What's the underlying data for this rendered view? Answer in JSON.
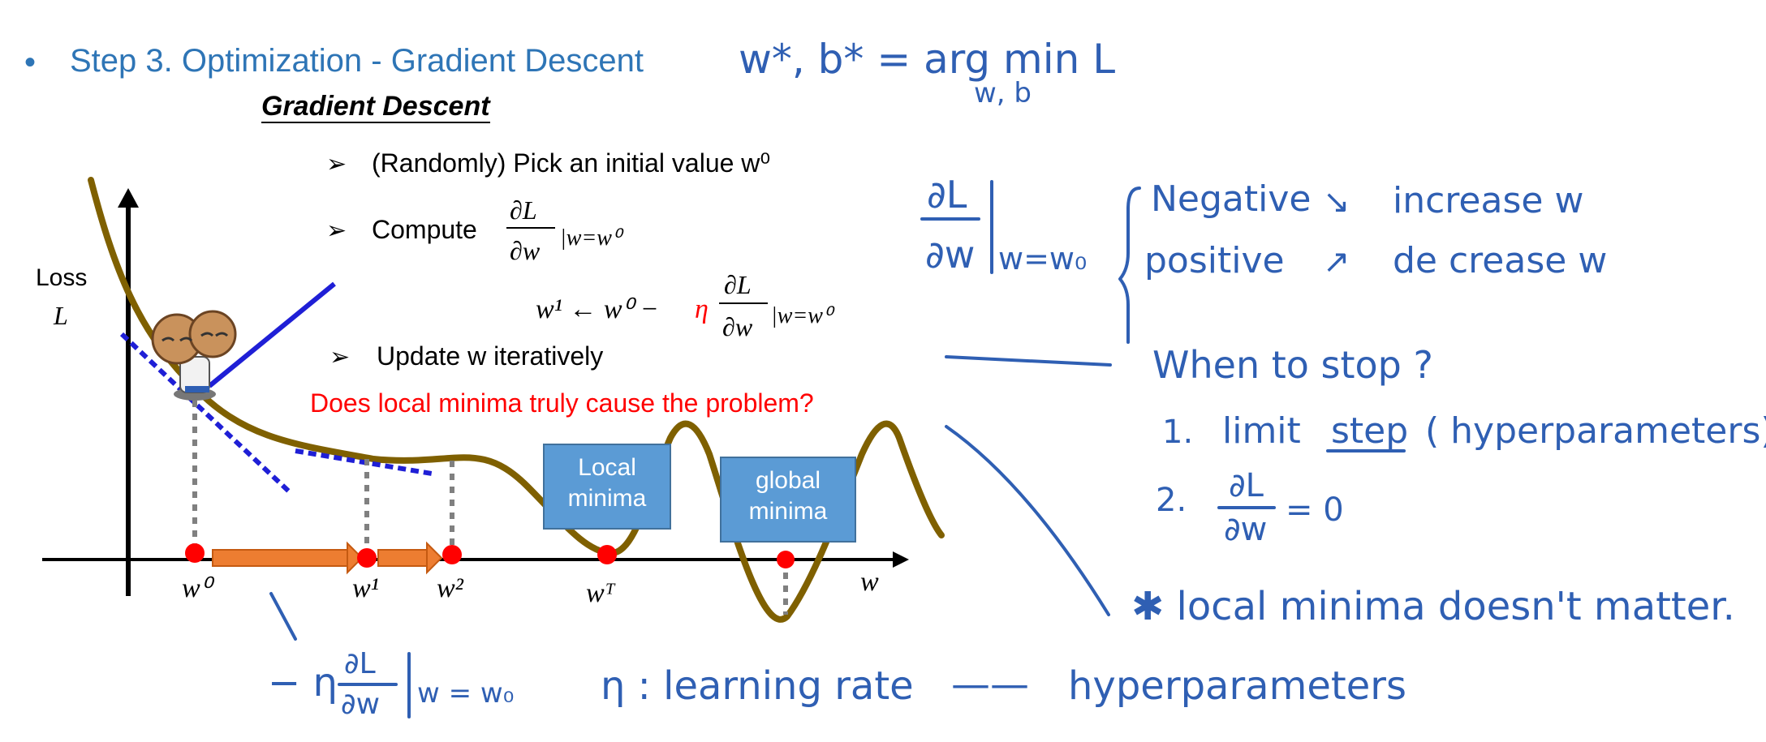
{
  "header": {
    "bullet": "•",
    "title": "Step 3. Optimization - Gradient Descent",
    "handwritten_objective": "w*, b* = arg min L",
    "handwritten_objective_sub": "w, b"
  },
  "slide": {
    "heading": "Gradient Descent",
    "arrow_glyph": "➢",
    "bullet1": "(Randomly) Pick an initial value w⁰",
    "bullet2_label": "Compute",
    "bullet2_frac_num": "∂L",
    "bullet2_frac_den": "∂w",
    "bullet2_eval": "|w=w⁰",
    "update_lhs": "w¹ ← w⁰ −",
    "update_eta": "η",
    "update_frac_num": "∂L",
    "update_frac_den": "∂w",
    "update_eval": "|w=w⁰",
    "bullet3": "Update w iteratively",
    "question": "Does local minima truly cause the problem?"
  },
  "plot": {
    "ylabel_top": "Loss",
    "ylabel_bottom": "L",
    "xlabel": "w",
    "tick_labels": [
      "w⁰",
      "w¹",
      "w²",
      "wᵀ"
    ],
    "box_local": "Local minima",
    "box_global": "global minima"
  },
  "notes": {
    "deriv_num": "∂L",
    "deriv_den": "∂w",
    "deriv_eval": "w=w₀",
    "negative": "Negative",
    "negative_arrow": "↘",
    "increase": "increase w",
    "positive": "positive",
    "positive_arrow": "↗",
    "decrease": "de crease w",
    "when_stop": "When to stop ?",
    "item1_prefix": "1.",
    "item1_limit": "limit",
    "item1_step": "step",
    "item1_rest": "( hyperparameters)",
    "item2_prefix": "2.",
    "item2_num": "∂L",
    "item2_den": "∂w",
    "item2_rest": "= 0",
    "local_minima_note": "✱ local minima doesn't matter.",
    "bottom_neg": "− η",
    "bottom_num": "∂L",
    "bottom_den": "∂w",
    "bottom_eval": "w = w₀",
    "eta_def": "η : learning rate",
    "dash": "——",
    "hyperparameters": "hyperparameters"
  },
  "colors": {
    "title_blue": "#2e75b6",
    "ink_blue": "#2f5fb3",
    "curve": "#7f6000",
    "red": "#ff0000",
    "orange_arrow": "#ed7d31",
    "tangent_blue": "#1f1fd6",
    "box_blue": "#5b9bd5"
  }
}
